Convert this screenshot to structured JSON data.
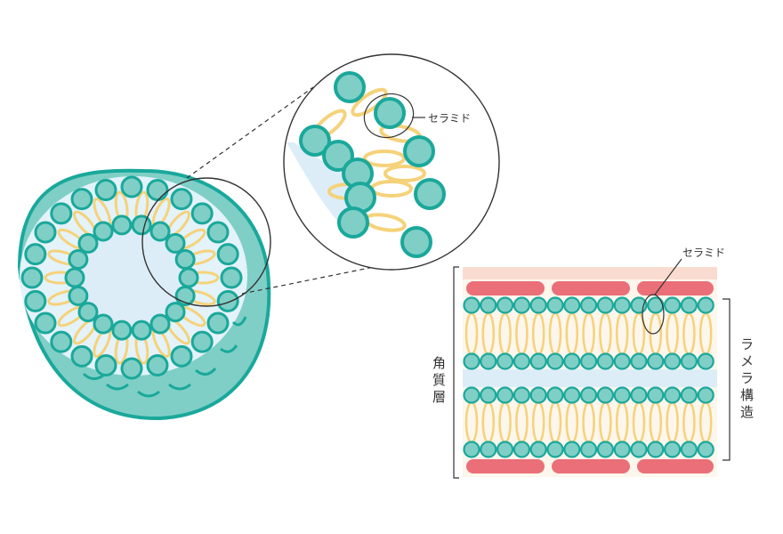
{
  "labels": {
    "ceramide_zoom": "セラミド",
    "ceramide_lamellar": "セラミド",
    "stratum_corneum": [
      "角",
      "質",
      "層"
    ],
    "lamellar_structure": [
      "ラ",
      "メ",
      "ラ",
      "構",
      "造"
    ]
  },
  "colors": {
    "teal_stroke": "#1aa89b",
    "teal_fill": "#7fcfc6",
    "lipid_yellow": "#f5d27a",
    "inner_blue": "#dcedf8",
    "corneocyte_red": "#ea6f78",
    "top_band": "#f9dccf",
    "outline": "#333333"
  }
}
